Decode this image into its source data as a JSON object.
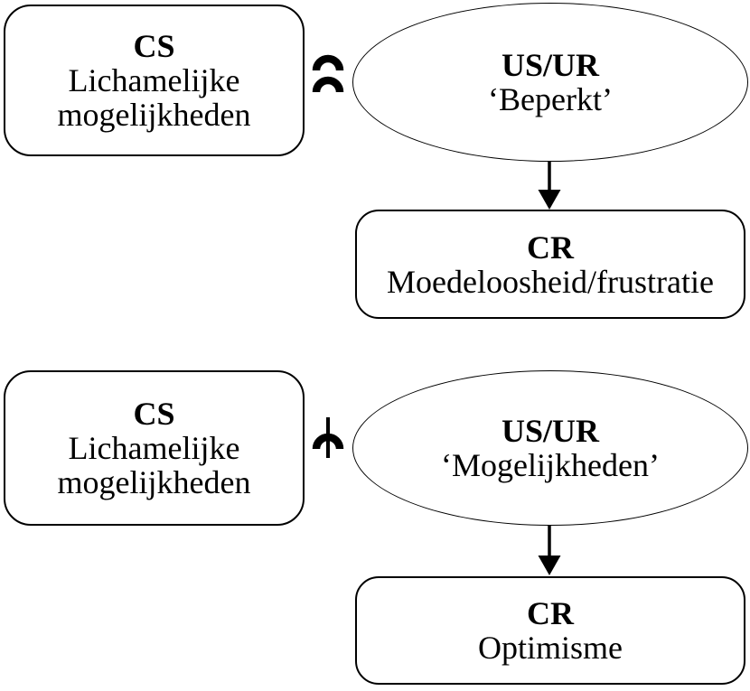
{
  "colors": {
    "ink": "#000000",
    "background": "#ffffff"
  },
  "diagram": {
    "panels": [
      {
        "cs": {
          "label": "CS",
          "description": "Lichamelijke mogelijkheden"
        },
        "link_icon": "double-arc-icon",
        "us": {
          "label": "US/UR",
          "description": "‘Beperkt’"
        },
        "arrow_icon": "down-arrow-icon",
        "cr": {
          "label": "CR",
          "description": "Moedeloosheid/frustratie"
        }
      },
      {
        "cs": {
          "label": "CS",
          "description": "Lichamelijke mogelijkheden"
        },
        "link_icon": "arc-with-line-icon",
        "us": {
          "label": "US/UR",
          "description": "‘Mogelijkheden’"
        },
        "arrow_icon": "down-arrow-icon",
        "cr": {
          "label": "CR",
          "description": "Optimisme"
        }
      }
    ]
  }
}
